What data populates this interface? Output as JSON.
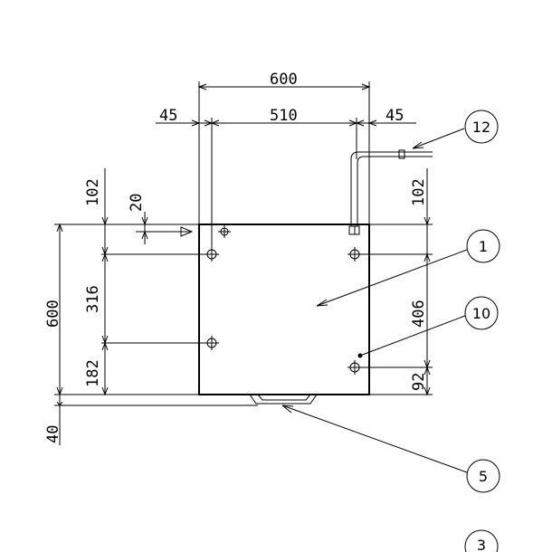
{
  "dimensions": {
    "top_width": "600",
    "left_offset": "45",
    "inner_width": "510",
    "right_offset": "45",
    "left_top": "102",
    "left_small": "20",
    "left_full": "600",
    "left_mid": "316",
    "left_bottom": "182",
    "left_extension": "40",
    "right_top": "102",
    "right_mid": "406",
    "right_bottom": "92"
  },
  "callouts": {
    "c1": "1",
    "c3": "3",
    "c5": "5",
    "c10": "10",
    "c12": "12"
  }
}
